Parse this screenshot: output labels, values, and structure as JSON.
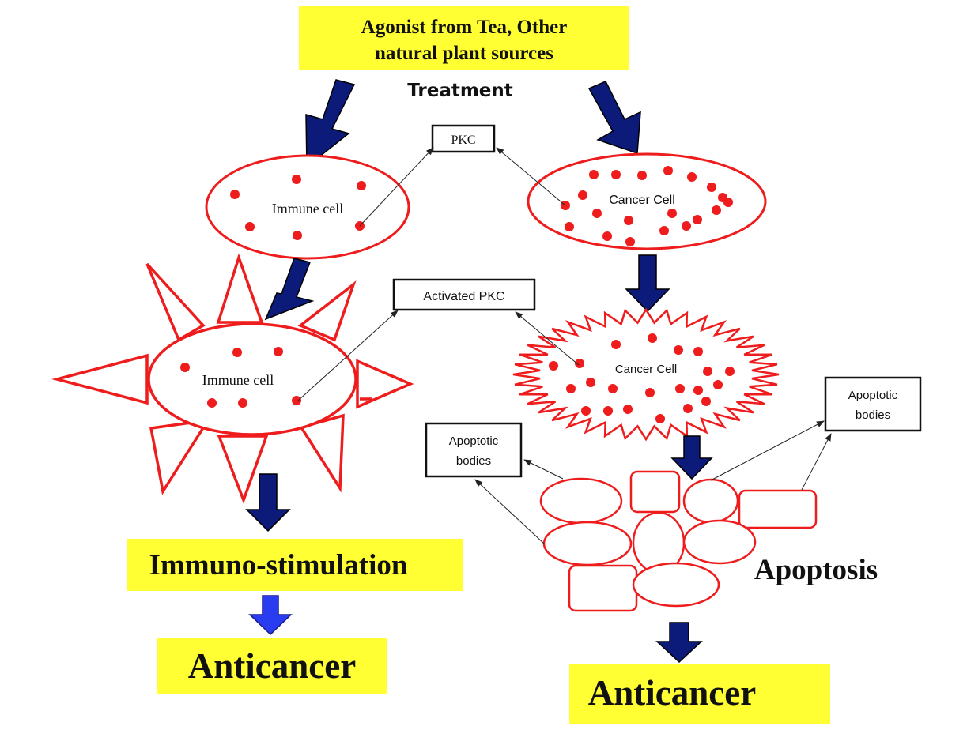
{
  "source_box": {
    "line1": "Agonist from Tea, Other",
    "line2": "natural plant sources"
  },
  "treatment_label": "Treatment",
  "pkc_label": "PKC",
  "activated_pkc_label": "Activated PKC",
  "immune_cell_label": "Immune cell",
  "activated_immune_cell_label": "Immune cell",
  "cancer_cell_label": "Cancer Cell",
  "spiky_cancer_cell_label": "Cancer Cell",
  "apoptotic_bodies_left": {
    "line1": "Apoptotic",
    "line2": "bodies"
  },
  "apoptotic_bodies_right": {
    "line1": "Apoptotic",
    "line2": "bodies"
  },
  "apoptosis_label": "Apoptosis",
  "immuno_stimulation_label": "Immuno-stimulation",
  "anticancer_left_label": "Anticancer",
  "anticancer_right_label": "Anticancer",
  "colors": {
    "highlight_yellow": "#ffff33",
    "cell_red": "#ee1c1c",
    "arrow_navy": "#0c1a7a",
    "arrow_blue": "#2a3cf0"
  }
}
